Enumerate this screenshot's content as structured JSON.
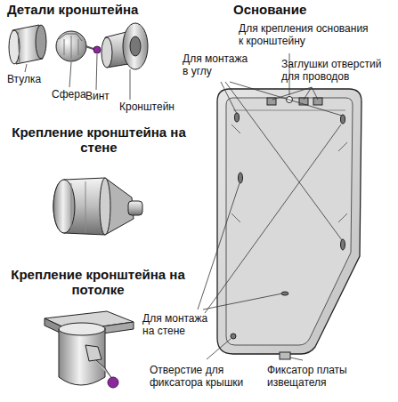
{
  "diagram": {
    "labels": [
      "Детали кронштейна",
      "Основание",
      "Втулка",
      "Сфера",
      "Винт",
      "Кронштейн",
      "Крепление кронштейна на стене",
      "Крепление кронштейна на потолке",
      "Для крепления основания к кронштейну",
      "Для монтажа в углу",
      "Заглушки отверстий для проводов",
      "Для монтажа на стене",
      "Отверстие для фиксатора крышки",
      "Фиксатор платы извещателя"
    ]
  }
}
